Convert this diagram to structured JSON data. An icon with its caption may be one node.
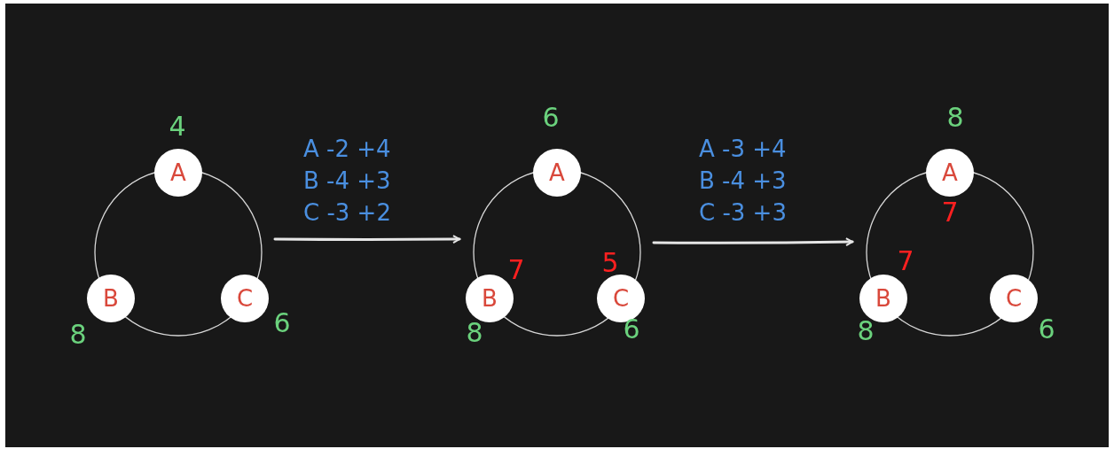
{
  "diagram": {
    "nodes": [
      {
        "text": [],
        "shape": "circle"
      },
      {
        "text": [
          "A"
        ],
        "beside": [
          "4"
        ]
      },
      {
        "text": [
          "B"
        ],
        "beside": [
          "8"
        ]
      },
      {
        "text": [
          "C"
        ],
        "beside": [
          "6"
        ]
      },
      {
        "text": [],
        "shape": "circle"
      },
      {
        "text": [
          "A"
        ],
        "beside": [
          "6"
        ]
      },
      {
        "text": [
          "B"
        ],
        "beside": [
          "8",
          "7"
        ]
      },
      {
        "text": [
          "C"
        ],
        "beside": [
          "6",
          "5"
        ]
      },
      {
        "text": [],
        "shape": "circle"
      },
      {
        "text": [
          "A"
        ],
        "beside": [
          "8",
          "7"
        ]
      },
      {
        "text": [
          "B"
        ],
        "beside": [
          "8",
          "7"
        ]
      },
      {
        "text": [
          "C"
        ],
        "beside": [
          "6"
        ]
      }
    ],
    "edges": [
      {
        "from": 0,
        "to": 4,
        "arrow": "to",
        "label": "A -2 +4 B -4 +3 C -3 +2"
      },
      {
        "from": 4,
        "to": 8,
        "arrow": "to",
        "label": "A -3 +4 B -4 +3 C -3 +3"
      }
    ]
  }
}
